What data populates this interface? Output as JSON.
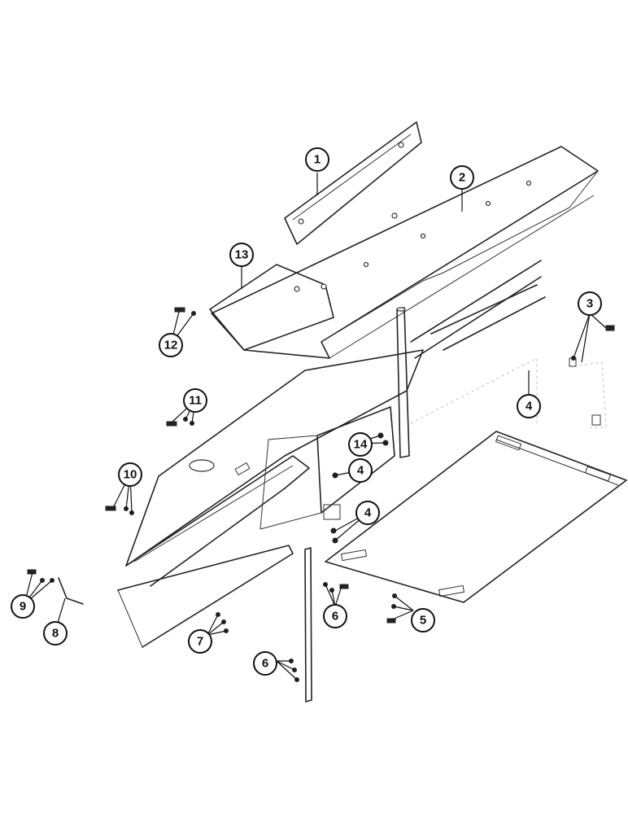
{
  "callouts": [
    {
      "id": "c1",
      "label": "1"
    },
    {
      "id": "c2",
      "label": "2"
    },
    {
      "id": "c3",
      "label": "3"
    },
    {
      "id": "c4a",
      "label": "4"
    },
    {
      "id": "c4b",
      "label": "4"
    },
    {
      "id": "c4c",
      "label": "4"
    },
    {
      "id": "c5",
      "label": "5"
    },
    {
      "id": "c6a",
      "label": "6"
    },
    {
      "id": "c6b",
      "label": "6"
    },
    {
      "id": "c7",
      "label": "7"
    },
    {
      "id": "c8",
      "label": "8"
    },
    {
      "id": "c9",
      "label": "9"
    },
    {
      "id": "c10",
      "label": "10"
    },
    {
      "id": "c11",
      "label": "11"
    },
    {
      "id": "c12",
      "label": "12"
    },
    {
      "id": "c13",
      "label": "13"
    },
    {
      "id": "c14",
      "label": "14"
    }
  ]
}
